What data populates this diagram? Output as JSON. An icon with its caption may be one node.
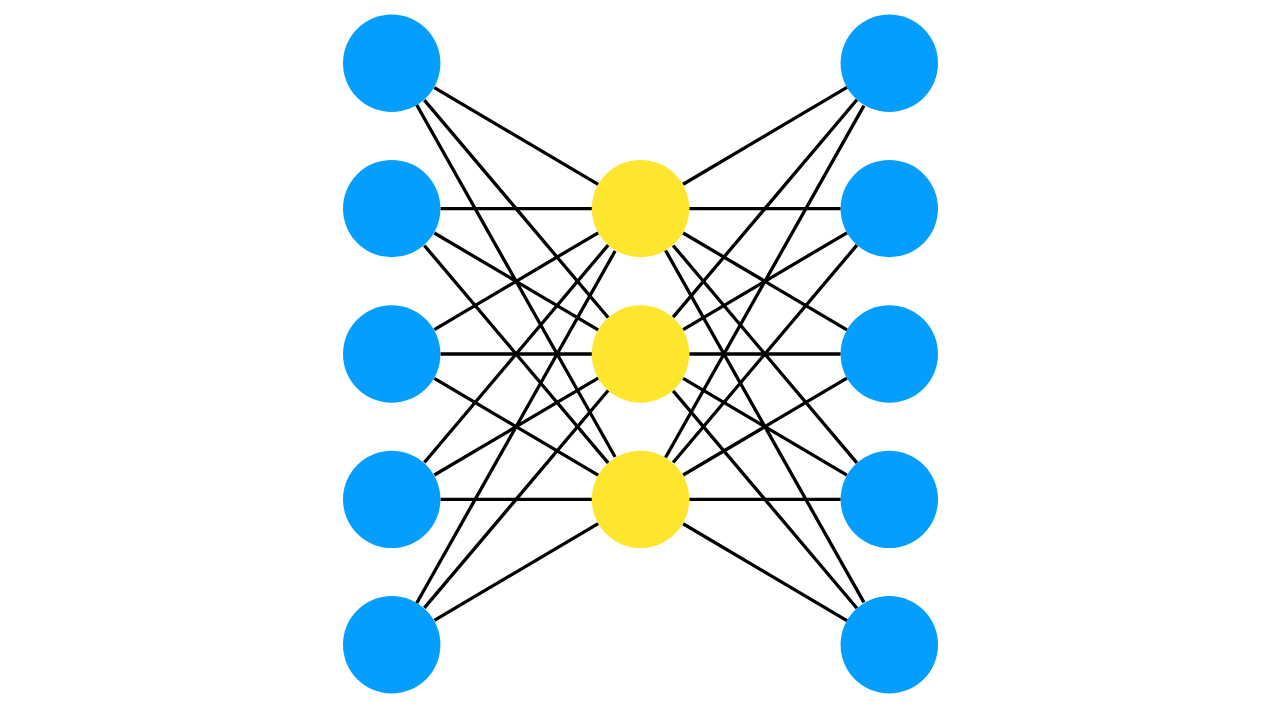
{
  "diagram": {
    "nodes": [
      {
        "text": [],
        "shape": "circle"
      },
      {
        "text": [],
        "shape": "circle"
      },
      {
        "text": [],
        "shape": "circle"
      },
      {
        "text": [],
        "shape": "circle"
      },
      {
        "text": [],
        "shape": "circle"
      },
      {
        "text": [],
        "shape": "circle"
      },
      {
        "text": [],
        "shape": "circle"
      },
      {
        "text": [],
        "shape": "circle"
      },
      {
        "text": [],
        "shape": "circle"
      },
      {
        "text": [],
        "shape": "circle"
      },
      {
        "text": [],
        "shape": "circle"
      },
      {
        "text": [],
        "shape": "circle"
      },
      {
        "text": [],
        "shape": "circle"
      }
    ],
    "edges": [
      {
        "from": 0,
        "to": 5,
        "arrow": "none"
      },
      {
        "from": 0,
        "to": 6,
        "arrow": "none"
      },
      {
        "from": 0,
        "to": 7,
        "arrow": "none"
      },
      {
        "from": 1,
        "to": 5,
        "arrow": "none"
      },
      {
        "from": 1,
        "to": 6,
        "arrow": "none"
      },
      {
        "from": 1,
        "to": 7,
        "arrow": "none"
      },
      {
        "from": 2,
        "to": 5,
        "arrow": "none"
      },
      {
        "from": 2,
        "to": 6,
        "arrow": "none"
      },
      {
        "from": 2,
        "to": 7,
        "arrow": "none"
      },
      {
        "from": 3,
        "to": 5,
        "arrow": "none"
      },
      {
        "from": 3,
        "to": 6,
        "arrow": "none"
      },
      {
        "from": 3,
        "to": 7,
        "arrow": "none"
      },
      {
        "from": 4,
        "to": 5,
        "arrow": "none"
      },
      {
        "from": 4,
        "to": 6,
        "arrow": "none"
      },
      {
        "from": 4,
        "to": 7,
        "arrow": "none"
      },
      {
        "from": 5,
        "to": 8,
        "arrow": "none"
      },
      {
        "from": 5,
        "to": 9,
        "arrow": "none"
      },
      {
        "from": 5,
        "to": 10,
        "arrow": "none"
      },
      {
        "from": 5,
        "to": 11,
        "arrow": "none"
      },
      {
        "from": 5,
        "to": 12,
        "arrow": "none"
      },
      {
        "from": 6,
        "to": 8,
        "arrow": "none"
      },
      {
        "from": 6,
        "to": 9,
        "arrow": "none"
      },
      {
        "from": 6,
        "to": 10,
        "arrow": "none"
      },
      {
        "from": 6,
        "to": 11,
        "arrow": "none"
      },
      {
        "from": 6,
        "to": 12,
        "arrow": "none"
      },
      {
        "from": 7,
        "to": 8,
        "arrow": "none"
      },
      {
        "from": 7,
        "to": 9,
        "arrow": "none"
      },
      {
        "from": 7,
        "to": 10,
        "arrow": "none"
      },
      {
        "from": 7,
        "to": 11,
        "arrow": "none"
      },
      {
        "from": 7,
        "to": 12,
        "arrow": "none"
      }
    ]
  }
}
